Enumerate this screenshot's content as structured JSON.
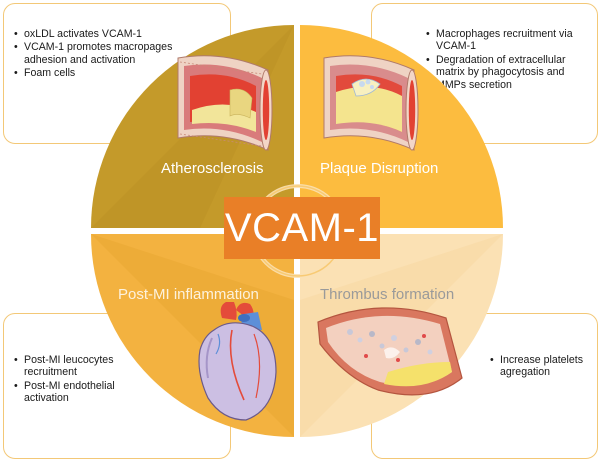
{
  "center": {
    "title": "VCAM-1"
  },
  "quadrants": {
    "atherosclerosis": {
      "label": "Atherosclerosis",
      "bullets": [
        "oxLDL activates VCAM-1",
        "VCAM-1 promotes macropages adhesion and activation",
        "Foam cells"
      ]
    },
    "plaque_disruption": {
      "label": "Plaque Disruption",
      "bullets": [
        "Macrophages recruitment via VCAM-1",
        "Degradation of extracellular matrix by phagocytosis and MMPs secretion"
      ]
    },
    "post_mi": {
      "label": "Post-MI inflammation",
      "bullets": [
        "Post-MI leucocytes recruitment",
        "Post-MI endothelial activation"
      ]
    },
    "thrombus": {
      "label": "Thrombus formation",
      "bullets": [
        "Increase platelets agregation"
      ]
    }
  },
  "colors": {
    "atherosclerosis": "#c49a2a",
    "plaque_disruption": "#fcbc3f",
    "post_mi": "#f3b240",
    "thrombus": "#fbe1b4",
    "center_box": "#e97f27",
    "box_border": "#f3c877"
  }
}
